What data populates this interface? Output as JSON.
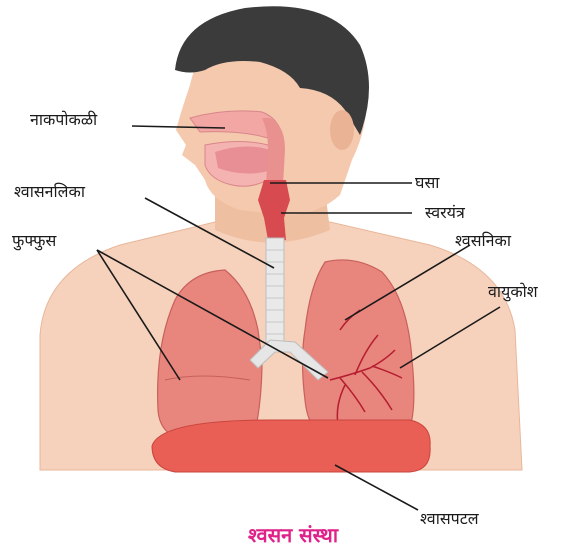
{
  "labels": {
    "nasal_cavity": "नाकपोकळी",
    "pharynx": "घसा",
    "trachea": "श्वासनलिका",
    "larynx": "स्वरयंत्र",
    "lungs": "फुफ्फुस",
    "bronchiole": "श्वसनिका",
    "alveoli": "वायुकोश",
    "diaphragm": "श्वासपटल"
  },
  "caption": "श्वसन संस्था",
  "colors": {
    "caption": "#e0218a",
    "skin": "#f4c9ae",
    "hair": "#3a3a3a",
    "lung": "#e8837c",
    "trachea": "#e6e6e6",
    "diaphragm": "#e9584e"
  }
}
